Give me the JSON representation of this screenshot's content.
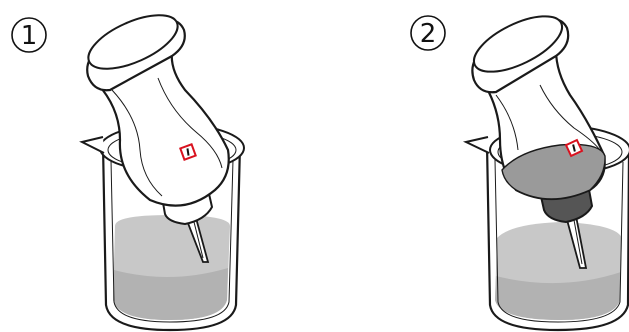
{
  "steps": [
    {
      "number": "1"
    },
    {
      "number": "2"
    }
  ],
  "colors": {
    "outline": "#1a1a1a",
    "liquid": "#c8c8c8",
    "liquid_dark": "#a8a8a8",
    "bottle_base_filled": "#9a9a9a",
    "nozzle_dark": "#555555",
    "hazard_red": "#d9121f"
  },
  "icons": [
    "circled-number-icon",
    "beaker",
    "dispenser-bottle",
    "hazard-label-icon"
  ]
}
